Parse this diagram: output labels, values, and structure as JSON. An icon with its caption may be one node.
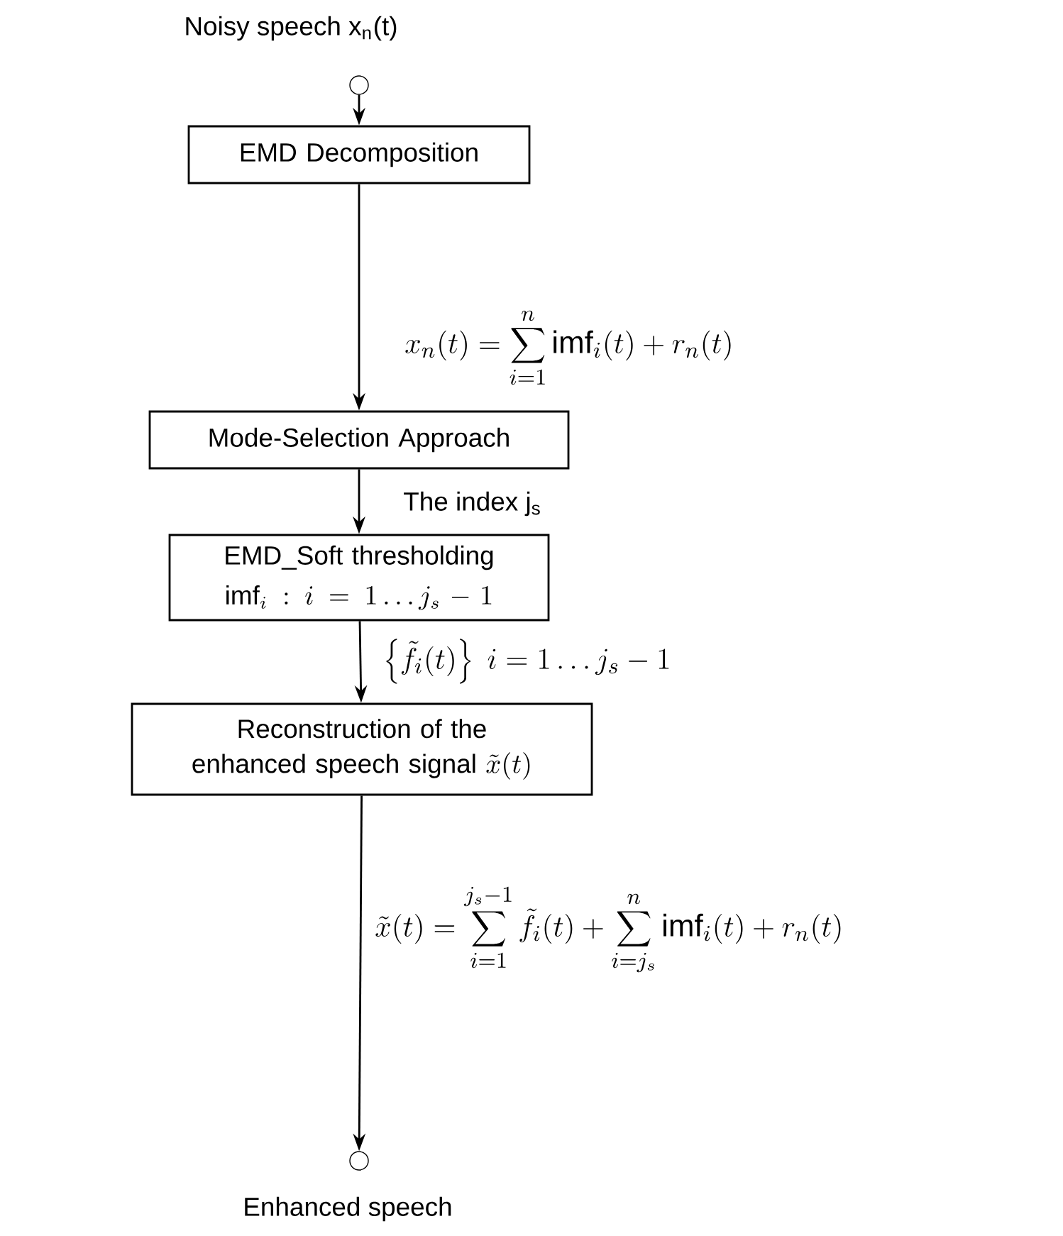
{
  "diagram": {
    "nodes": [
      {
        "text": [],
        "shape": "circle",
        "beside": [
          "Noisy speech x$_{n}$(t)"
        ]
      },
      {
        "text": [
          "EMD Decomposition"
        ]
      },
      {
        "text": [
          "Mode-Selection Approach"
        ]
      },
      {
        "text": [
          "EMD_Soft thresholding",
          "\\mathrm{imf}_i : i=1\\ldots j_s-1"
        ]
      },
      {
        "text": [
          "Reconstruction of the enhanced speech signal",
          "\\tilde{x}(t)"
        ]
      },
      {
        "text": [],
        "shape": "circle",
        "beside": [
          "Enhanced speech"
        ]
      }
    ],
    "edges": [
      {
        "from": 0,
        "to": 1,
        "arrow": "to"
      },
      {
        "from": 1,
        "to": 2,
        "arrow": "to",
        "label": "x_n(t)=\\sum_{i=1}^{n}\\mathrm{imf}_i(t)+r_n(t)"
      },
      {
        "from": 2,
        "to": 3,
        "arrow": "to",
        "label": "The index j$_{s}$"
      },
      {
        "from": 3,
        "to": 4,
        "arrow": "to",
        "label": "\\left\\{\\tilde{f}_i(t)\\right\\}\\ i=1\\ldots j_s-1"
      },
      {
        "from": 4,
        "to": 5,
        "arrow": "to",
        "label": "\\tilde{x}(t)=\\sum_{i=1}^{j_s-1}\\tilde{f}_i(t)+\\sum_{i=j_s}^{n}\\mathrm{imf}_i(t)+r_n(t)"
      }
    ]
  }
}
